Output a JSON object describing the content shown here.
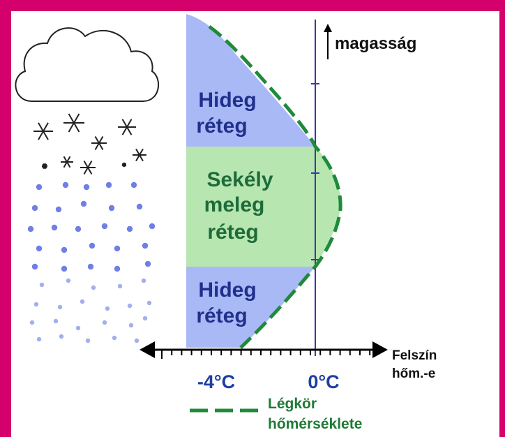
{
  "axis": {
    "vertical_label": "magasság",
    "horizontal_label_line1": "Felszín",
    "horizontal_label_line2": "hőm.-e",
    "tick_left": "-4°C",
    "tick_zero": "0°C"
  },
  "layers": {
    "cold_top_line1": "Hideg",
    "cold_top_line2": "réteg",
    "warm_line1": "Sekély",
    "warm_line2": "meleg",
    "warm_line3": "réteg",
    "cold_bottom_line1": "Hideg",
    "cold_bottom_line2": "réteg"
  },
  "legend": {
    "line1": "Légkör",
    "line2": "hőmérséklete"
  },
  "colors": {
    "frame": "#d4006b",
    "cold_layer": "#a9b9f5",
    "warm_layer": "#b7e6b1",
    "label_blue": "#202f8c",
    "label_green": "#1e6b3a",
    "dash_line": "#1f8a3a",
    "axis_line": "#3a3aa0",
    "tick_blue": "#1f3ea3"
  }
}
